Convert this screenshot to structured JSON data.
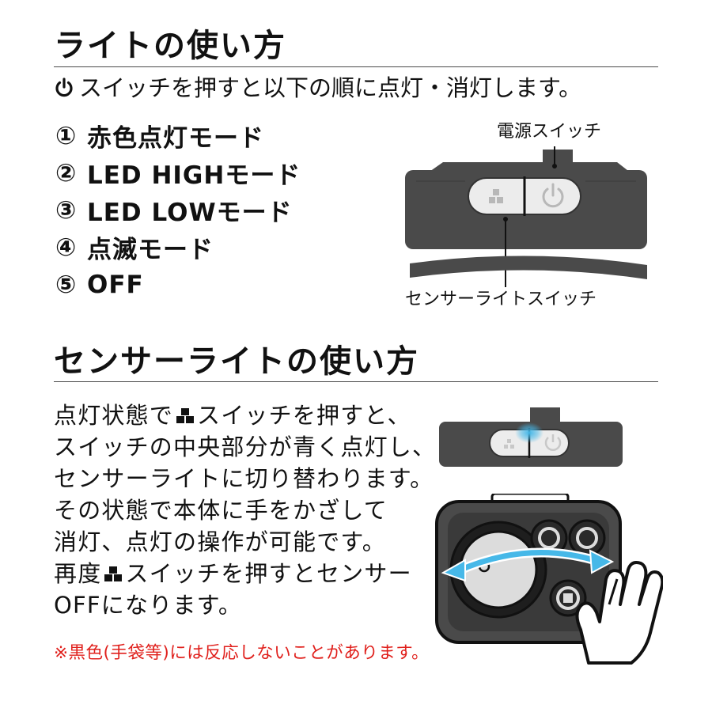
{
  "section1": {
    "title": "ライトの使い方",
    "intro": "スイッチを押すと以下の順に点灯・消灯します。",
    "modes": [
      {
        "num": "①",
        "label": "赤色点灯モード"
      },
      {
        "num": "②",
        "label": "LED HIGHモード"
      },
      {
        "num": "③",
        "label": "LED LOWモード"
      },
      {
        "num": "④",
        "label": "点滅モード"
      },
      {
        "num": "⑤",
        "label": "OFF"
      }
    ],
    "power_switch_label": "電源スイッチ",
    "sensor_switch_label": "センサーライトスイッチ"
  },
  "section2": {
    "title": "センサーライトの使い方",
    "lines": [
      {
        "pre": "点灯状態で",
        "post": "スイッチを押すと、"
      },
      {
        "text": "スイッチの中央部分が青く点灯し、"
      },
      {
        "text": "センサーライトに切り替わります。"
      },
      {
        "text": "その状態で本体に手をかざして"
      },
      {
        "text": "消灯、点灯の操作が可能です。"
      },
      {
        "pre": "再度",
        "post": "スイッチを押すとセンサー"
      },
      {
        "text": "OFFになります。"
      }
    ],
    "note": "※黒色(手袋等)には反応しないことがあります。"
  },
  "icons": {
    "power": "power-icon",
    "sensor": "sensor-switch-icon",
    "hand": "hand-icon"
  },
  "colors": {
    "text": "#111111",
    "device_body": "#4a4a4a",
    "sensor_glow": "#46b8e8",
    "note_red": "#e0201c"
  }
}
